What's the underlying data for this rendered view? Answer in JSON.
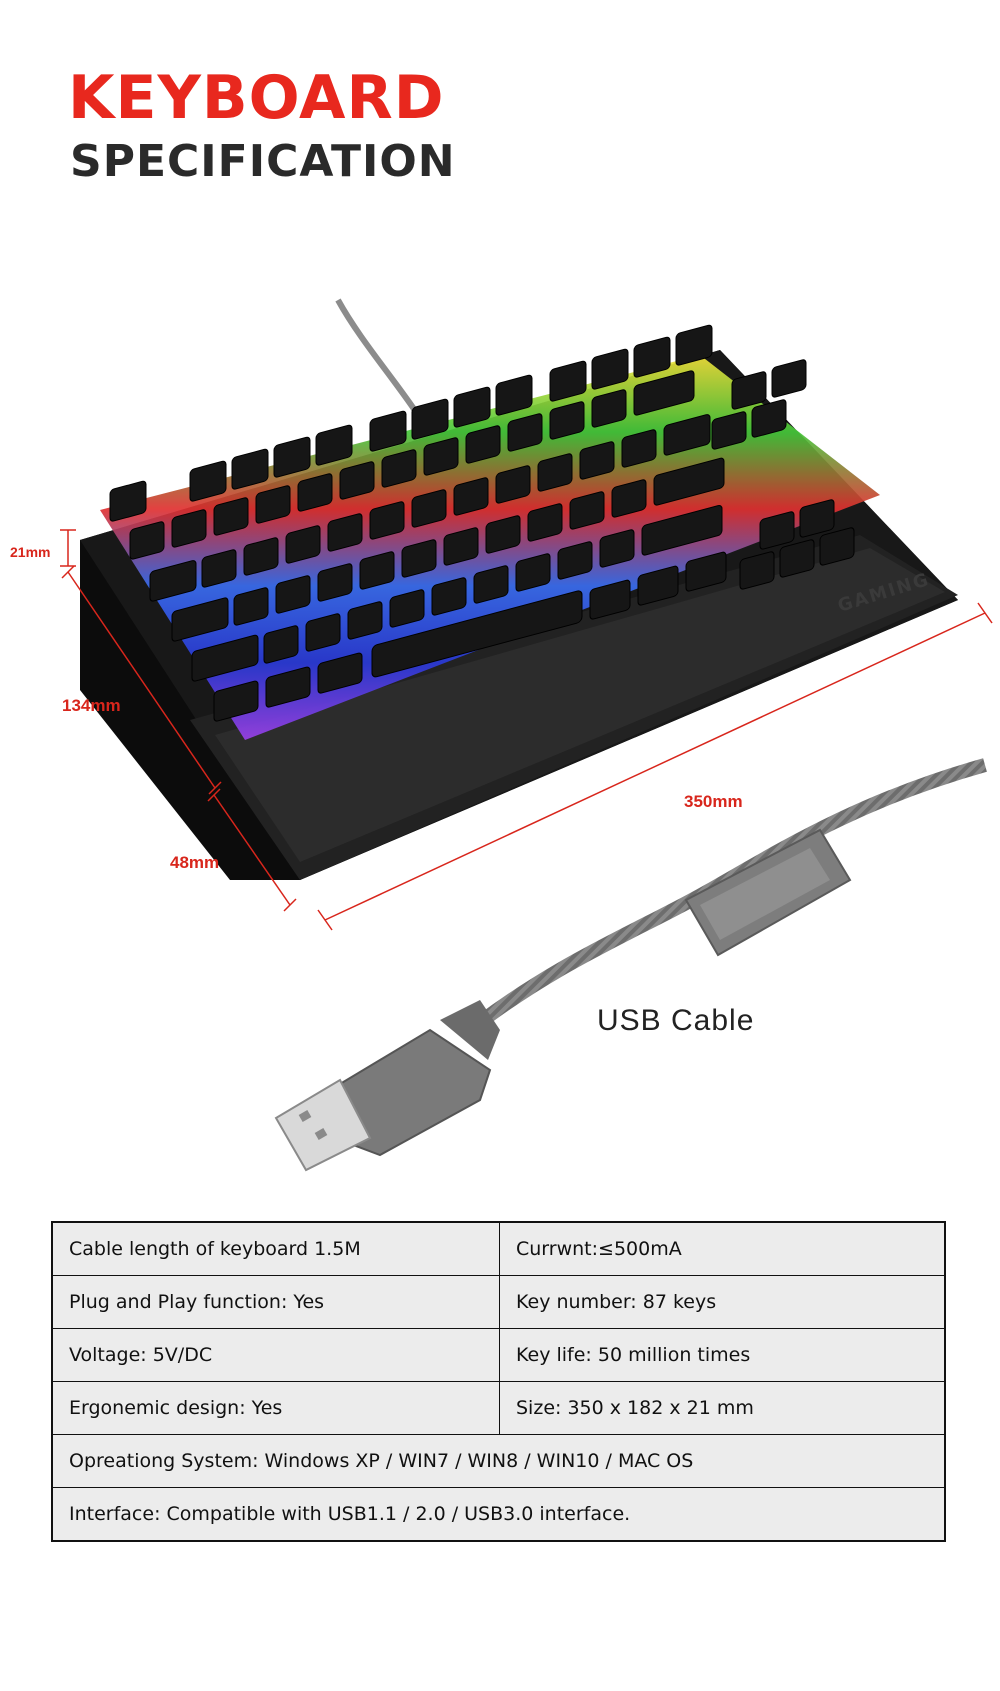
{
  "header": {
    "title": "KEYBOARD",
    "subtitle": "SPECIFICATION"
  },
  "dimensions": {
    "height": "21mm",
    "depth": "134mm",
    "width": "350mm",
    "wrist_rest": "48mm"
  },
  "keyboard": {
    "brand_text": "GAMING"
  },
  "cable": {
    "label": "USB Cable"
  },
  "specs": {
    "rows": [
      [
        "Cable length of keyboard 1.5M",
        "Currwnt:≤500mA"
      ],
      [
        "Plug and Play function: Yes",
        "Key number: 87 keys"
      ],
      [
        "Voltage: 5V/DC",
        "Key life: 50 million times"
      ],
      [
        "Ergonemic design: Yes",
        "Size: 350 x 182 x 21 mm"
      ]
    ],
    "full_rows": [
      "Opreationg System: Windows XP / WIN7 / WIN8 / WIN10 / MAC OS",
      "Interface: Compatible with USB1.1 / 2.0 / USB3.0 interface."
    ]
  },
  "colors": {
    "accent_red": "#e8281e",
    "dimension_red": "#d8261c",
    "title_dark": "#2a2a2a",
    "table_bg": "#ececec"
  }
}
